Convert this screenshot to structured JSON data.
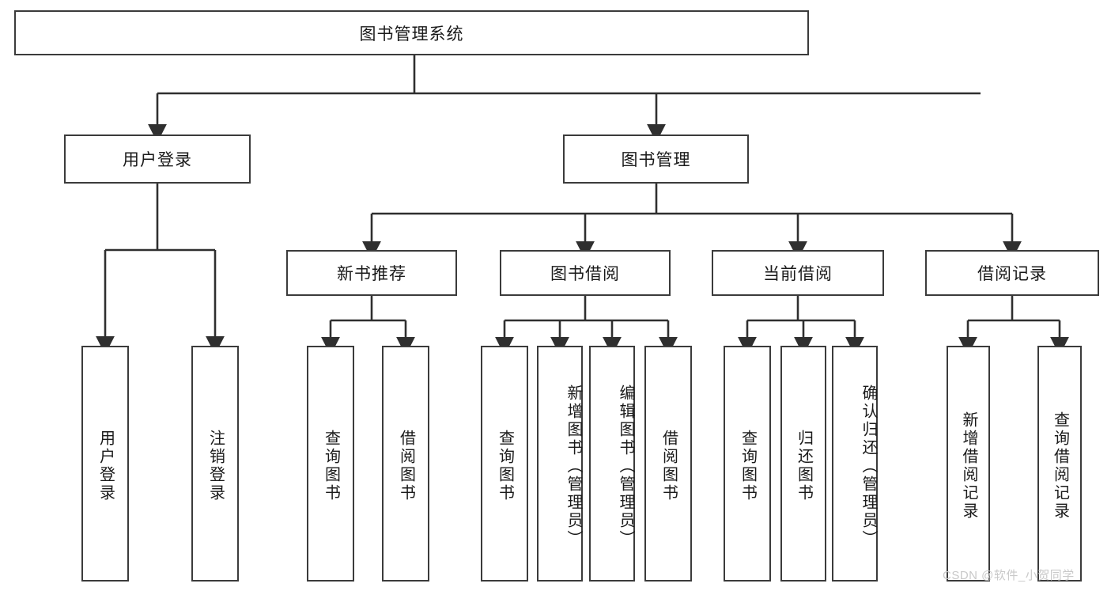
{
  "diagram": {
    "title": "图书管理系统",
    "type": "hierarchy-tree",
    "watermark": "CSDN @软件_小贺同学",
    "colors": {
      "box_stroke": "#3b3b3b",
      "box_fill": "#ffffff",
      "connector": "#2f2f2f",
      "text": "#1a1a1a",
      "watermark": "#c9c9c9",
      "background": "#ffffff"
    },
    "root": {
      "label": "图书管理系统"
    },
    "level2": [
      {
        "label": "用户登录"
      },
      {
        "label": "图书管理"
      }
    ],
    "level3": [
      {
        "label": "新书推荐"
      },
      {
        "label": "图书借阅"
      },
      {
        "label": "当前借阅"
      },
      {
        "label": "借阅记录"
      }
    ],
    "leaves": {
      "user_login": [
        {
          "label": "用户登录"
        },
        {
          "label": "注销登录"
        }
      ],
      "new_book_recommend": [
        {
          "label": "查询图书"
        },
        {
          "label": "借阅图书"
        }
      ],
      "book_borrow": [
        {
          "label": "查询图书"
        },
        {
          "label": "新增图书（管理员）"
        },
        {
          "label": "编辑图书（管理员）"
        },
        {
          "label": "借阅图书"
        }
      ],
      "current_borrow": [
        {
          "label": "查询图书"
        },
        {
          "label": "归还图书"
        },
        {
          "label": "确认归还（管理员）"
        }
      ],
      "borrow_record": [
        {
          "label": "新增借阅记录"
        },
        {
          "label": "查询借阅记录"
        }
      ]
    }
  }
}
